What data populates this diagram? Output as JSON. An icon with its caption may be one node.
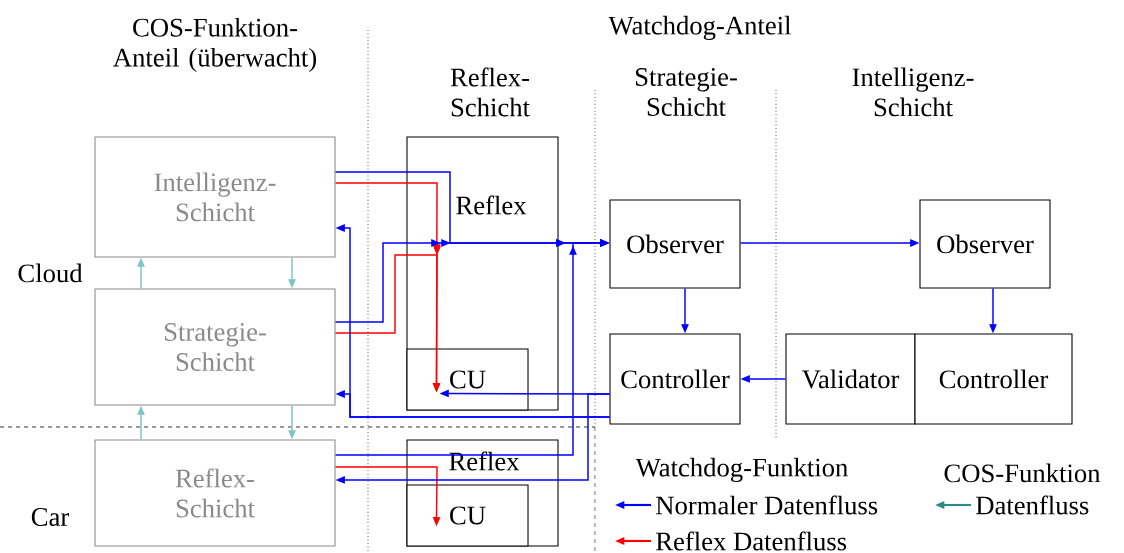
{
  "diagram": {
    "nodes": [
      {
        "text": [
          "Intelligenz- Schicht"
        ]
      },
      {
        "text": [
          "Strategie- Schicht"
        ]
      },
      {
        "text": [
          "Reflex- Schicht"
        ]
      },
      {
        "text": [
          "Reflex"
        ]
      },
      {
        "text": [
          "CU"
        ],
        "in": 3
      },
      {
        "text": [
          "Reflex"
        ]
      },
      {
        "text": [
          "CU"
        ],
        "in": 5
      },
      {
        "text": [
          "Observer"
        ]
      },
      {
        "text": [
          "Controller"
        ]
      },
      {
        "text": [
          "Observer"
        ]
      },
      {
        "text": [
          "Validator"
        ]
      },
      {
        "text": [
          "Controller"
        ]
      }
    ],
    "edges": [
      {
        "from": 0,
        "to": 7,
        "arrow": "to"
      },
      {
        "from": 0,
        "to": 4,
        "arrow": "to",
        "color": "#ff0000"
      },
      {
        "from": 1,
        "to": 7,
        "arrow": "to"
      },
      {
        "from": 1,
        "to": 4,
        "arrow": "to",
        "color": "#ff0000"
      },
      {
        "from": 2,
        "to": 7,
        "arrow": "to"
      },
      {
        "from": 2,
        "to": 6,
        "arrow": "to",
        "color": "#ff0000"
      },
      {
        "from": 8,
        "to": 4,
        "arrow": "to"
      },
      {
        "from": 8,
        "to": 1,
        "arrow": "to"
      },
      {
        "from": 8,
        "to": 0,
        "arrow": "to"
      },
      {
        "from": 8,
        "to": 2,
        "arrow": "to"
      },
      {
        "from": 7,
        "to": 9,
        "arrow": "to"
      },
      {
        "from": 7,
        "to": 8,
        "arrow": "to"
      },
      {
        "from": 9,
        "to": 11,
        "arrow": "to"
      },
      {
        "from": 10,
        "to": 8,
        "arrow": "to"
      },
      {
        "from": 1,
        "to": 0,
        "arrow": "to",
        "color": "#7fc4c4"
      },
      {
        "from": 0,
        "to": 1,
        "arrow": "to",
        "color": "#7fc4c4"
      },
      {
        "from": 2,
        "to": 1,
        "arrow": "to",
        "color": "#7fc4c4"
      },
      {
        "from": 1,
        "to": 2,
        "arrow": "to",
        "color": "#7fc4c4"
      }
    ],
    "labels": [
      "COS-Funktion-Anteil (überwacht)",
      "Watchdog-Anteil",
      "Reflex- Schicht",
      "Strategie- Schicht",
      "Intelligenz- Schicht",
      "Cloud",
      "Car",
      "Watchdog-Funktion",
      "COS-Funktion"
    ],
    "legend": [
      {
        "text": "Normaler Datenfluss",
        "color": "#0000ff"
      },
      {
        "text": "Reflex Datenfluss",
        "color": "#ff0000"
      },
      {
        "text": "Datenfluss",
        "color": "#2a8a8a"
      }
    ]
  }
}
